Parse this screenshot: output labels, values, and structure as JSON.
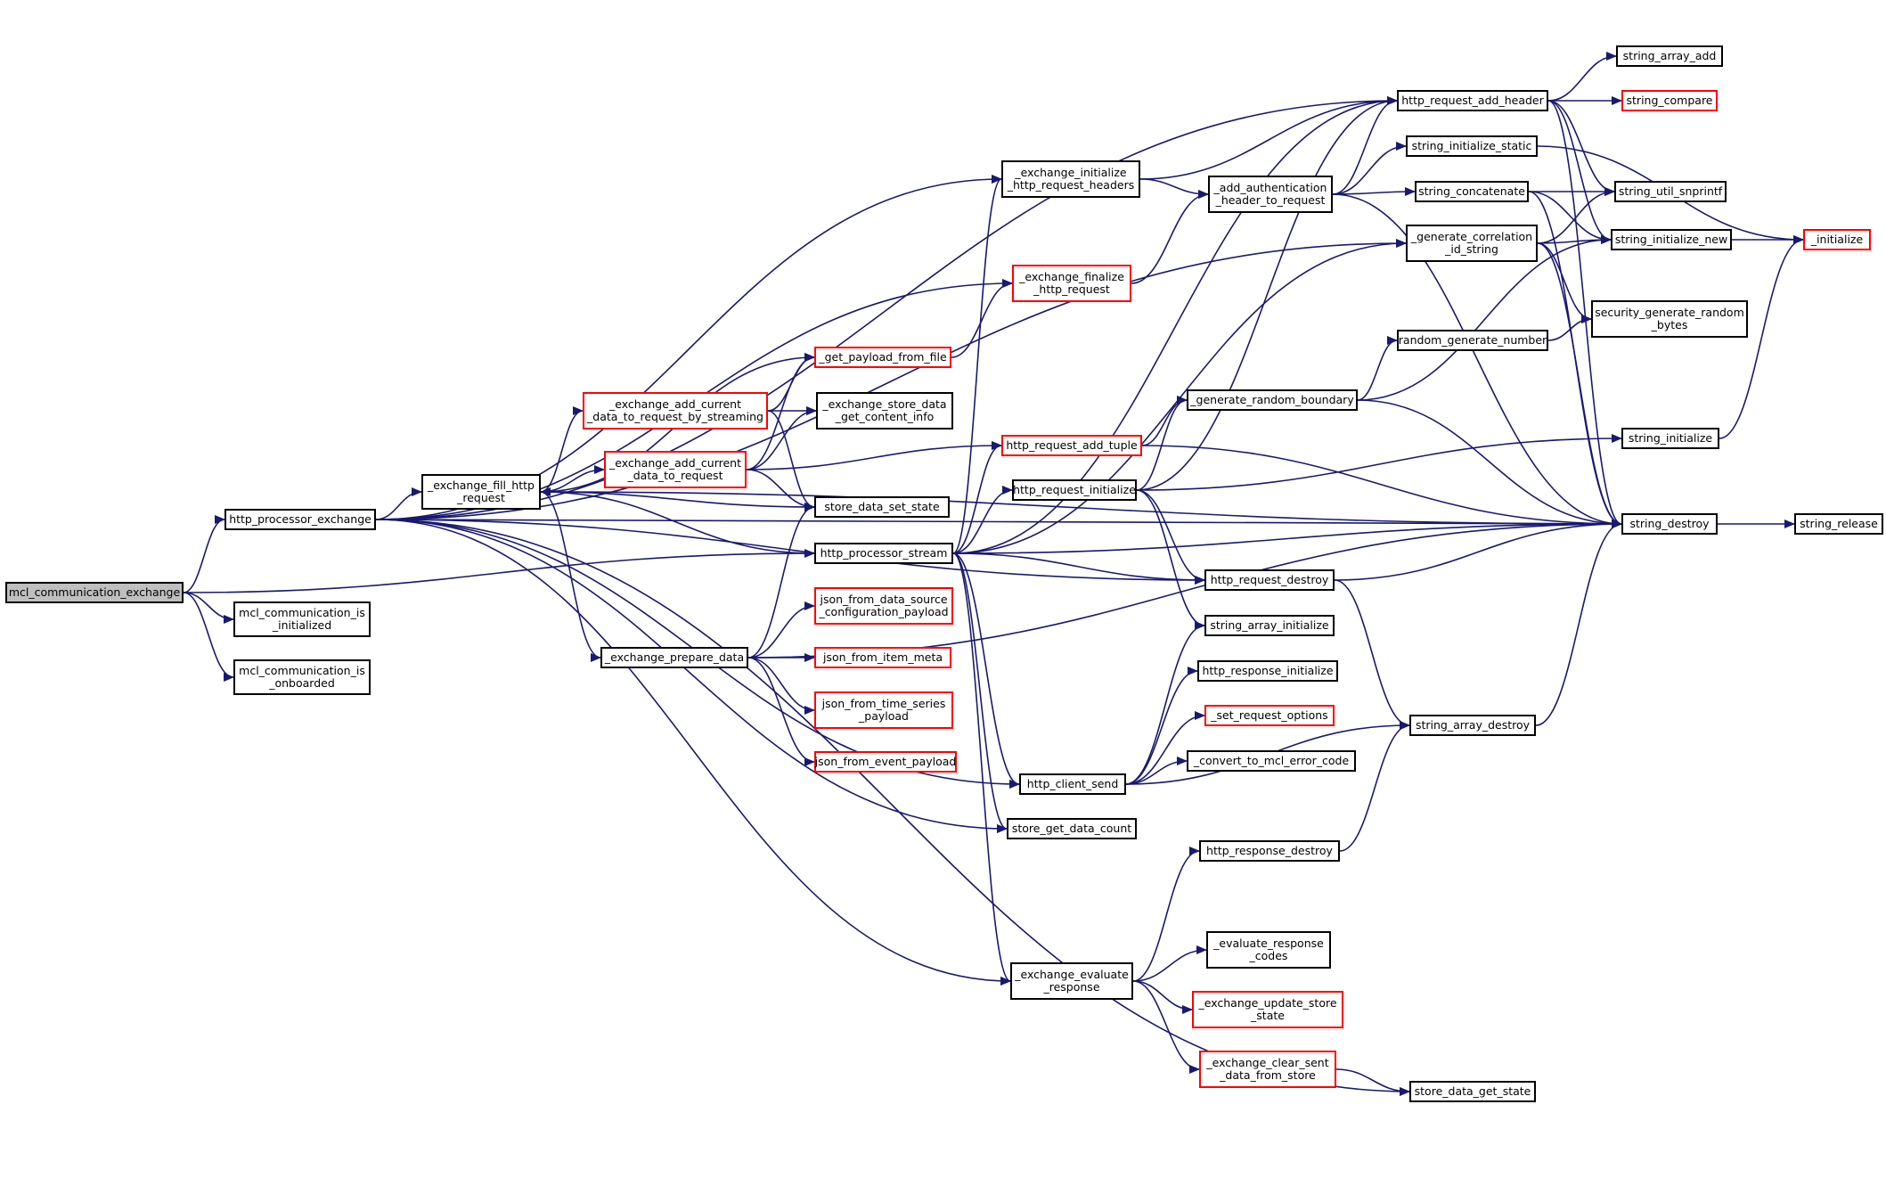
{
  "colors": {
    "edge": "#191970",
    "normal_border": "#000000",
    "truncated_border": "#ff0000",
    "root_fill": "#bfbfbf"
  },
  "nodes": [
    {
      "id": "mcl_communication_exchange",
      "label": "mcl_communication_exchange",
      "style": "root"
    },
    {
      "id": "http_processor_exchange",
      "label": "http_processor_exchange",
      "style": "normal"
    },
    {
      "id": "mcl_communication_is_initialized",
      "label": "mcl_communication_is\n_initialized",
      "style": "normal"
    },
    {
      "id": "mcl_communication_is_onboarded",
      "label": "mcl_communication_is\n_onboarded",
      "style": "normal"
    },
    {
      "id": "_exchange_fill_http_request",
      "label": "_exchange_fill_http\n_request",
      "style": "normal"
    },
    {
      "id": "_exchange_add_current_data_to_request_by_streaming",
      "label": "_exchange_add_current\n_data_to_request_by_streaming",
      "style": "red"
    },
    {
      "id": "_exchange_add_current_data_to_request",
      "label": "_exchange_add_current\n_data_to_request",
      "style": "red"
    },
    {
      "id": "_exchange_prepare_data",
      "label": "_exchange_prepare_data",
      "style": "normal"
    },
    {
      "id": "_get_payload_from_file",
      "label": "_get_payload_from_file",
      "style": "red"
    },
    {
      "id": "_exchange_store_data_get_content_info",
      "label": "_exchange_store_data\n_get_content_info",
      "style": "normal"
    },
    {
      "id": "store_data_set_state",
      "label": "store_data_set_state",
      "style": "normal"
    },
    {
      "id": "http_processor_stream",
      "label": "http_processor_stream",
      "style": "normal"
    },
    {
      "id": "json_from_data_source_configuration_payload",
      "label": "json_from_data_source\n_configuration_payload",
      "style": "red"
    },
    {
      "id": "json_from_item_meta",
      "label": "json_from_item_meta",
      "style": "red"
    },
    {
      "id": "json_from_time_series_payload",
      "label": "json_from_time_series\n_payload",
      "style": "red"
    },
    {
      "id": "json_from_event_payload",
      "label": "json_from_event_payload",
      "style": "red"
    },
    {
      "id": "_exchange_initialize_http_request_headers",
      "label": "_exchange_initialize\n_http_request_headers",
      "style": "normal"
    },
    {
      "id": "_exchange_finalize_http_request",
      "label": "_exchange_finalize\n_http_request",
      "style": "red"
    },
    {
      "id": "http_request_add_tuple",
      "label": "http_request_add_tuple",
      "style": "red"
    },
    {
      "id": "http_request_initialize",
      "label": "http_request_initialize",
      "style": "normal"
    },
    {
      "id": "http_client_send",
      "label": "http_client_send",
      "style": "normal"
    },
    {
      "id": "store_get_data_count",
      "label": "store_get_data_count",
      "style": "normal"
    },
    {
      "id": "_exchange_evaluate_response",
      "label": "_exchange_evaluate\n_response",
      "style": "normal"
    },
    {
      "id": "_add_authentication_header_to_request",
      "label": "_add_authentication\n_header_to_request",
      "style": "normal"
    },
    {
      "id": "_generate_random_boundary",
      "label": "_generate_random_boundary",
      "style": "normal"
    },
    {
      "id": "http_request_destroy",
      "label": "http_request_destroy",
      "style": "normal"
    },
    {
      "id": "string_array_initialize",
      "label": "string_array_initialize",
      "style": "normal"
    },
    {
      "id": "http_response_initialize",
      "label": "http_response_initialize",
      "style": "normal"
    },
    {
      "id": "_set_request_options",
      "label": "_set_request_options",
      "style": "red"
    },
    {
      "id": "_convert_to_mcl_error_code",
      "label": "_convert_to_mcl_error_code",
      "style": "normal"
    },
    {
      "id": "http_response_destroy",
      "label": "http_response_destroy",
      "style": "normal"
    },
    {
      "id": "_evaluate_response_codes",
      "label": "_evaluate_response\n_codes",
      "style": "normal"
    },
    {
      "id": "_exchange_update_store_state",
      "label": "_exchange_update_store\n_state",
      "style": "red"
    },
    {
      "id": "_exchange_clear_sent_data_from_store",
      "label": "_exchange_clear_sent\n_data_from_store",
      "style": "red"
    },
    {
      "id": "http_request_add_header",
      "label": "http_request_add_header",
      "style": "normal"
    },
    {
      "id": "string_initialize_static",
      "label": "string_initialize_static",
      "style": "normal"
    },
    {
      "id": "string_concatenate",
      "label": "string_concatenate",
      "style": "normal"
    },
    {
      "id": "_generate_correlation_id_string",
      "label": "_generate_correlation\n_id_string",
      "style": "normal"
    },
    {
      "id": "random_generate_number",
      "label": "random_generate_number",
      "style": "normal"
    },
    {
      "id": "string_array_destroy",
      "label": "string_array_destroy",
      "style": "normal"
    },
    {
      "id": "store_data_get_state",
      "label": "store_data_get_state",
      "style": "normal"
    },
    {
      "id": "string_array_add",
      "label": "string_array_add",
      "style": "normal"
    },
    {
      "id": "string_compare",
      "label": "string_compare",
      "style": "red"
    },
    {
      "id": "string_util_snprintf",
      "label": "string_util_snprintf",
      "style": "normal"
    },
    {
      "id": "string_initialize_new",
      "label": "string_initialize_new",
      "style": "normal"
    },
    {
      "id": "security_generate_random_bytes",
      "label": "security_generate_random\n_bytes",
      "style": "normal"
    },
    {
      "id": "string_initialize",
      "label": "string_initialize",
      "style": "normal"
    },
    {
      "id": "string_destroy",
      "label": "string_destroy",
      "style": "normal"
    },
    {
      "id": "_initialize",
      "label": "_initialize",
      "style": "red"
    },
    {
      "id": "string_release",
      "label": "string_release",
      "style": "normal"
    }
  ],
  "edges": [
    [
      "mcl_communication_exchange",
      "http_processor_exchange"
    ],
    [
      "mcl_communication_exchange",
      "mcl_communication_is_initialized"
    ],
    [
      "mcl_communication_exchange",
      "mcl_communication_is_onboarded"
    ],
    [
      "mcl_communication_exchange",
      "http_processor_stream"
    ],
    [
      "http_processor_exchange",
      "_exchange_fill_http_request"
    ],
    [
      "http_processor_exchange",
      "http_request_add_header"
    ],
    [
      "http_processor_exchange",
      "_exchange_initialize_http_request_headers"
    ],
    [
      "http_processor_exchange",
      "_generate_correlation_id_string"
    ],
    [
      "http_processor_exchange",
      "_exchange_finalize_http_request"
    ],
    [
      "http_processor_exchange",
      "http_request_destroy"
    ],
    [
      "http_processor_exchange",
      "http_client_send"
    ],
    [
      "http_processor_exchange",
      "store_get_data_count"
    ],
    [
      "http_processor_exchange",
      "_exchange_evaluate_response"
    ],
    [
      "http_processor_exchange",
      "string_destroy"
    ],
    [
      "http_processor_exchange",
      "store_data_get_state"
    ],
    [
      "_exchange_fill_http_request",
      "_exchange_add_current_data_to_request_by_streaming"
    ],
    [
      "_exchange_fill_http_request",
      "_exchange_add_current_data_to_request"
    ],
    [
      "_exchange_fill_http_request",
      "_exchange_prepare_data"
    ],
    [
      "_exchange_fill_http_request",
      "store_data_set_state"
    ],
    [
      "_exchange_fill_http_request",
      "_get_payload_from_file"
    ],
    [
      "_exchange_fill_http_request",
      "string_destroy"
    ],
    [
      "_exchange_add_current_data_to_request_by_streaming",
      "_get_payload_from_file"
    ],
    [
      "_exchange_add_current_data_to_request_by_streaming",
      "_exchange_store_data_get_content_info"
    ],
    [
      "_exchange_add_current_data_to_request_by_streaming",
      "store_data_set_state"
    ],
    [
      "_exchange_add_current_data_to_request",
      "_get_payload_from_file"
    ],
    [
      "_exchange_add_current_data_to_request",
      "_exchange_store_data_get_content_info"
    ],
    [
      "_exchange_add_current_data_to_request",
      "store_data_set_state"
    ],
    [
      "_exchange_add_current_data_to_request",
      "http_request_add_tuple"
    ],
    [
      "_exchange_prepare_data",
      "store_data_set_state"
    ],
    [
      "_exchange_prepare_data",
      "json_from_data_source_configuration_payload"
    ],
    [
      "_exchange_prepare_data",
      "json_from_item_meta"
    ],
    [
      "_exchange_prepare_data",
      "json_from_time_series_payload"
    ],
    [
      "_exchange_prepare_data",
      "json_from_event_payload"
    ],
    [
      "_exchange_prepare_data",
      "string_destroy"
    ],
    [
      "_get_payload_from_file",
      "_exchange_finalize_http_request"
    ],
    [
      "http_processor_stream",
      "_exchange_initialize_http_request_headers"
    ],
    [
      "http_processor_stream",
      "http_request_initialize"
    ],
    [
      "http_processor_stream",
      "http_request_add_tuple"
    ],
    [
      "http_processor_stream",
      "http_request_add_header"
    ],
    [
      "http_processor_stream",
      "_generate_correlation_id_string"
    ],
    [
      "http_processor_stream",
      "_exchange_fill_http_request"
    ],
    [
      "http_processor_stream",
      "http_request_destroy"
    ],
    [
      "http_processor_stream",
      "http_client_send"
    ],
    [
      "http_processor_stream",
      "store_get_data_count"
    ],
    [
      "http_processor_stream",
      "_exchange_evaluate_response"
    ],
    [
      "http_processor_stream",
      "string_destroy"
    ],
    [
      "_exchange_initialize_http_request_headers",
      "http_request_add_header"
    ],
    [
      "_exchange_initialize_http_request_headers",
      "_add_authentication_header_to_request"
    ],
    [
      "_exchange_finalize_http_request",
      "_add_authentication_header_to_request"
    ],
    [
      "http_request_add_tuple",
      "_generate_random_boundary"
    ],
    [
      "http_request_add_tuple",
      "string_destroy"
    ],
    [
      "http_request_initialize",
      "http_request_add_header"
    ],
    [
      "http_request_initialize",
      "_generate_random_boundary"
    ],
    [
      "http_request_initialize",
      "string_initialize"
    ],
    [
      "http_request_initialize",
      "http_request_destroy"
    ],
    [
      "http_request_initialize",
      "string_array_initialize"
    ],
    [
      "http_client_send",
      "string_array_initialize"
    ],
    [
      "http_client_send",
      "http_response_initialize"
    ],
    [
      "http_client_send",
      "_set_request_options"
    ],
    [
      "http_client_send",
      "_convert_to_mcl_error_code"
    ],
    [
      "http_client_send",
      "string_array_destroy"
    ],
    [
      "_exchange_evaluate_response",
      "http_response_destroy"
    ],
    [
      "_exchange_evaluate_response",
      "_evaluate_response_codes"
    ],
    [
      "_exchange_evaluate_response",
      "_exchange_update_store_state"
    ],
    [
      "_exchange_evaluate_response",
      "_exchange_clear_sent_data_from_store"
    ],
    [
      "_exchange_clear_sent_data_from_store",
      "store_data_get_state"
    ],
    [
      "_add_authentication_header_to_request",
      "http_request_add_header"
    ],
    [
      "_add_authentication_header_to_request",
      "string_initialize_static"
    ],
    [
      "_add_authentication_header_to_request",
      "string_concatenate"
    ],
    [
      "_add_authentication_header_to_request",
      "string_destroy"
    ],
    [
      "_generate_random_boundary",
      "random_generate_number"
    ],
    [
      "_generate_random_boundary",
      "string_initialize_new"
    ],
    [
      "_generate_random_boundary",
      "string_destroy"
    ],
    [
      "http_request_destroy",
      "string_array_destroy"
    ],
    [
      "http_request_destroy",
      "string_destroy"
    ],
    [
      "http_response_destroy",
      "string_array_destroy"
    ],
    [
      "string_array_destroy",
      "string_destroy"
    ],
    [
      "http_request_add_header",
      "string_array_add"
    ],
    [
      "http_request_add_header",
      "string_compare"
    ],
    [
      "http_request_add_header",
      "string_util_snprintf"
    ],
    [
      "http_request_add_header",
      "string_initialize_new"
    ],
    [
      "http_request_add_header",
      "string_destroy"
    ],
    [
      "string_initialize_static",
      "_initialize"
    ],
    [
      "string_concatenate",
      "string_util_snprintf"
    ],
    [
      "string_concatenate",
      "string_initialize_new"
    ],
    [
      "string_concatenate",
      "string_destroy"
    ],
    [
      "_generate_correlation_id_string",
      "string_util_snprintf"
    ],
    [
      "_generate_correlation_id_string",
      "string_initialize_new"
    ],
    [
      "_generate_correlation_id_string",
      "security_generate_random_bytes"
    ],
    [
      "_generate_correlation_id_string",
      "string_destroy"
    ],
    [
      "random_generate_number",
      "security_generate_random_bytes"
    ],
    [
      "string_initialize_new",
      "_initialize"
    ],
    [
      "string_initialize",
      "_initialize"
    ],
    [
      "string_destroy",
      "string_release"
    ]
  ]
}
